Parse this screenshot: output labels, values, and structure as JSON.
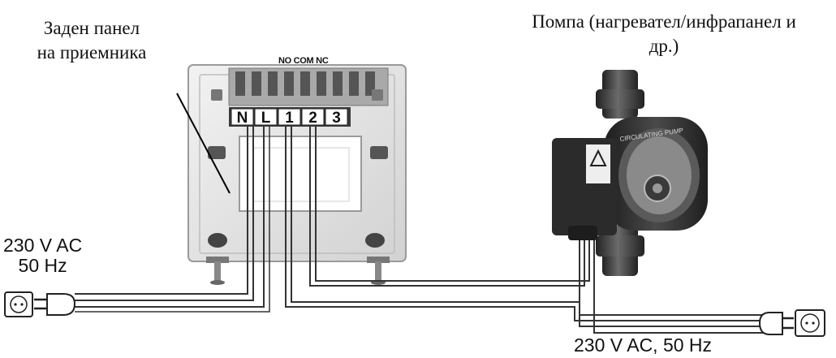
{
  "receiver_panel": {
    "title_line1": "Заден панел",
    "title_line2": "на приемника",
    "terminal_header": "NO COM NC",
    "terminals": [
      "N",
      "L",
      "1",
      "2",
      "3"
    ]
  },
  "pump": {
    "title_line1": "Помпа (нагревател/инфрапанел и",
    "title_line2": "др.)",
    "brand_text": "CIRCULATING PUMP"
  },
  "power_left": {
    "line1": "230 V AC",
    "line2": "50 Hz"
  },
  "power_right": {
    "label": "230 V AC, 50 Hz"
  },
  "colors": {
    "wire": "#444444",
    "panel": "#e2e2e2",
    "pump_body": "#2a2a2a"
  }
}
